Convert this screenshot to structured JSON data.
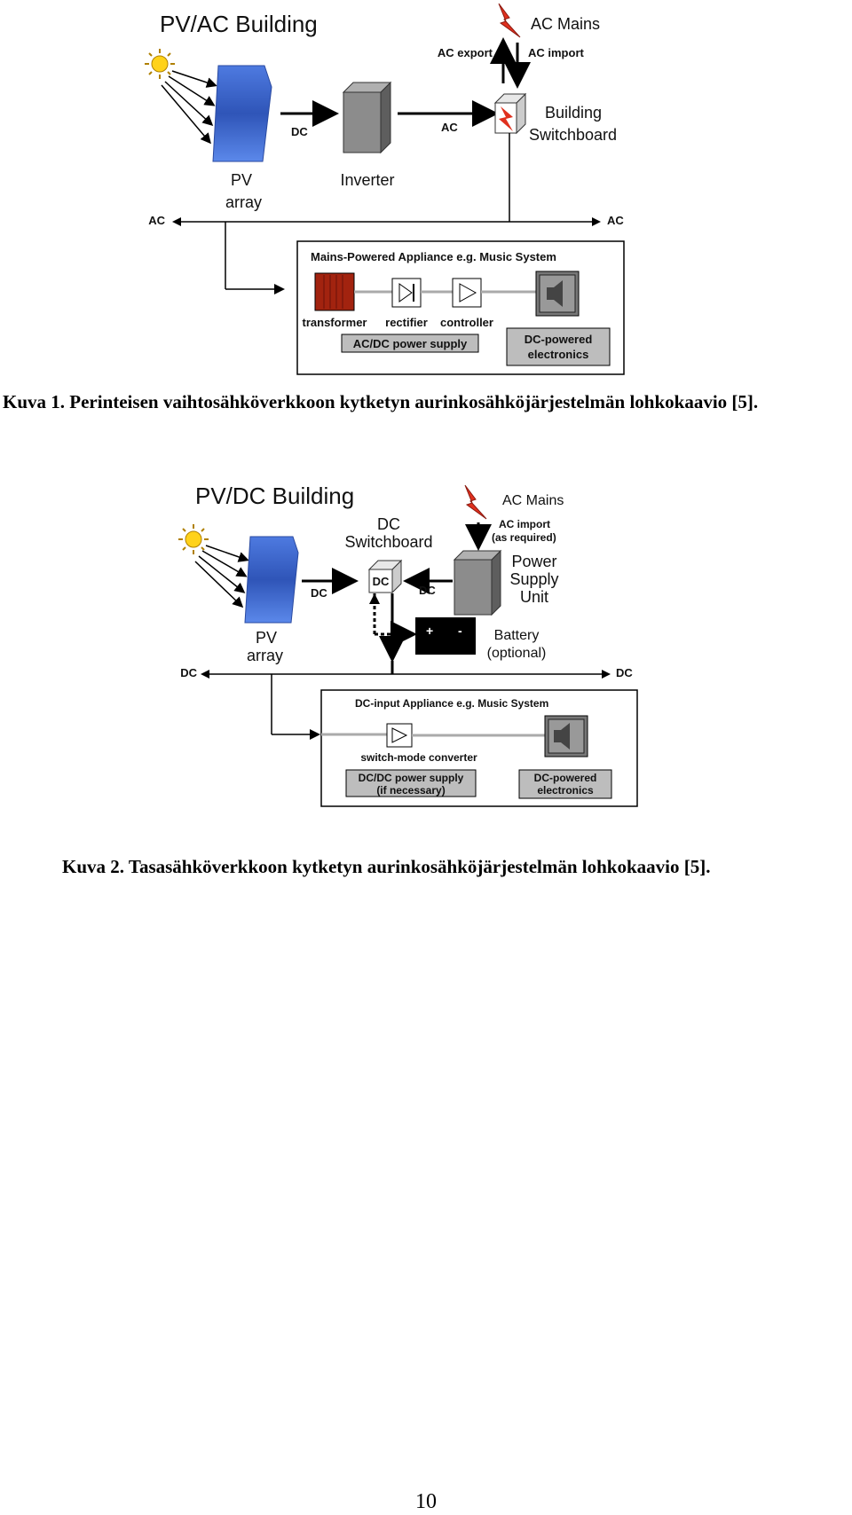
{
  "figure1": {
    "title": "PV/AC Building",
    "mains_label": "AC Mains",
    "ac_export_label": "AC export",
    "ac_import_label": "AC import",
    "switchboard_label_line1": "Building",
    "switchboard_label_line2": "Switchboard",
    "dc_label": "DC",
    "ac_label_inverter": "AC",
    "pv_label_line1": "PV",
    "pv_label_line2": "array",
    "inverter_label": "Inverter",
    "bus_left_label": "AC",
    "bus_right_label": "AC",
    "appliance_title": "Mains-Powered Appliance e.g. Music System",
    "transformer_label": "transformer",
    "rectifier_label": "rectifier",
    "controller_label": "controller",
    "power_supply_label": "AC/DC power supply",
    "electronics_label_line1": "DC-powered",
    "electronics_label_line2": "electronics",
    "colors": {
      "pv": "#3a63c8",
      "transformer": "#a2230f",
      "inverter": "#8c8c8c",
      "lightning": "#e0301e"
    }
  },
  "caption1": "Kuva 1. Perinteisen vaihtosähköverkkoon kytketyn aurinkosähköjärjestelmän lohkokaavio [5].",
  "figure2": {
    "title": "PV/DC Building",
    "mains_label": "AC Mains",
    "ac_import_line1": "AC import",
    "ac_import_line2": "(as required)",
    "switchboard_label_line1": "DC",
    "switchboard_label_line2": "Switchboard",
    "switchboard_box_label": "DC",
    "dc_label_left": "DC",
    "dc_label_right": "DC",
    "psu_label_line1": "Power",
    "psu_label_line2": "Supply",
    "psu_label_line3": "Unit",
    "pv_label_line1": "PV",
    "pv_label_line2": "array",
    "battery_plus": "+",
    "battery_minus": "-",
    "battery_label_line1": "Battery",
    "battery_label_line2": "(optional)",
    "bus_left_label": "DC",
    "bus_right_label": "DC",
    "appliance_title": "DC-input Appliance e.g. Music System",
    "converter_label": "switch-mode converter",
    "power_supply_line1": "DC/DC power supply",
    "power_supply_line2": "(if necessary)",
    "electronics_label_line1": "DC-powered",
    "electronics_label_line2": "electronics"
  },
  "caption2": "Kuva 2. Tasasähköverkkoon kytketyn aurinkosähköjärjestelmän lohkokaavio [5].",
  "page_number": "10"
}
